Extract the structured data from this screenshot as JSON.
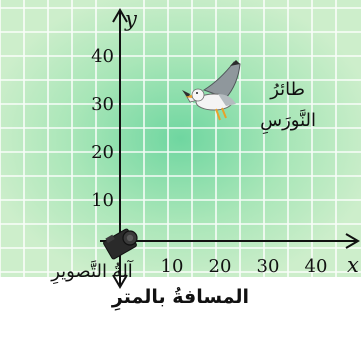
{
  "axes": {
    "y_label": "y",
    "x_label": "x",
    "x_ticks": [
      "10",
      "20",
      "30",
      "40"
    ],
    "y_ticks": [
      "10",
      "20",
      "30",
      "40"
    ]
  },
  "labels": {
    "seagull": "طائرُ النَّورَسِ",
    "seagull_line1": "طائرُ",
    "seagull_line2": "النَّورَسِ",
    "camera": "آلةُ التَّصويرِ"
  },
  "caption": "المسافةُ بالمترِ",
  "colors": {
    "background": "#c8ecc8",
    "glow": "#7fd9a6",
    "grid": "#ffffff",
    "axis": "#111111"
  },
  "icons": [
    "seagull-icon",
    "camera-icon"
  ]
}
